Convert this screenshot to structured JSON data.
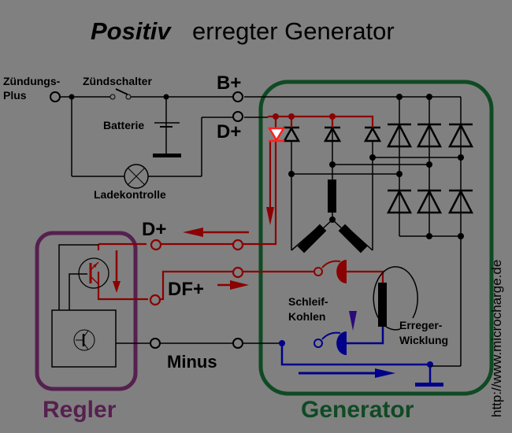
{
  "title": {
    "part1": "Positiv",
    "part2": "erregter Generator"
  },
  "labels": {
    "ignition_plus_line1": "Zündungs-",
    "ignition_plus_line2": "Plus",
    "ignition_switch": "Zündschalter",
    "battery": "Batterie",
    "charge_lamp": "Ladekontrolle",
    "b_plus": "B+",
    "d_plus_top": "D+",
    "d_plus_mid": "D+",
    "df_plus": "DF+",
    "minus": "Minus",
    "brushes_line1": "Schleif-",
    "brushes_line2": "Kohlen",
    "field_winding_line1": "Erreger-",
    "field_winding_line2": "Wicklung",
    "regulator": "Regler",
    "generator": "Generator",
    "website": "http://www.microcharge.de"
  },
  "colors": {
    "background": "#808080",
    "current_red": "#8b0000",
    "current_blue": "#00008b",
    "generator_box": "#0f4a24",
    "regulator_box": "#56204f",
    "highlight_diode": "#ff2020"
  }
}
